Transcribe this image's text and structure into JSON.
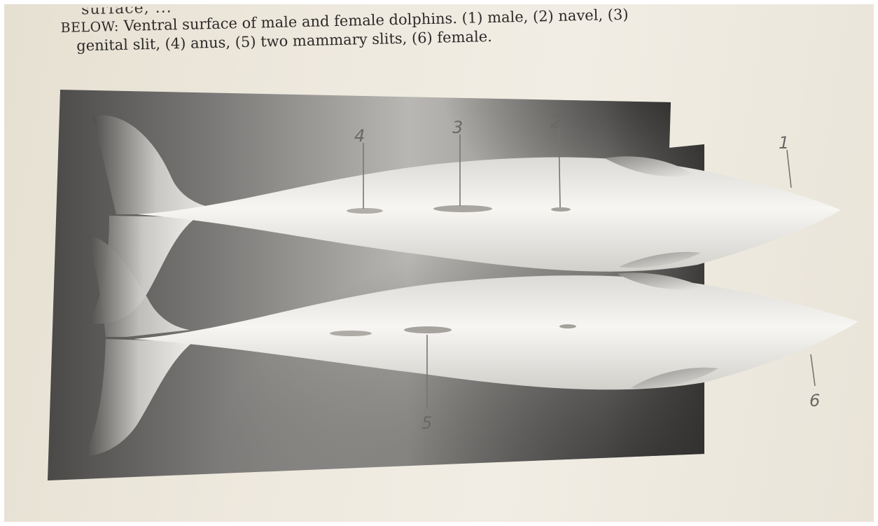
{
  "caption": {
    "top_fragment": "surface, ...",
    "lead": "BELOW:",
    "line1": "Ventral surface of male and female dolphins. (1) male, (2) navel, (3)",
    "line2": "genital slit, (4) anus, (5) two mammary slits, (6) female."
  },
  "figure": {
    "labels": [
      {
        "id": "1",
        "text": "1"
      },
      {
        "id": "2",
        "text": "2"
      },
      {
        "id": "3",
        "text": "3"
      },
      {
        "id": "4",
        "text": "4"
      },
      {
        "id": "5",
        "text": "5"
      },
      {
        "id": "6",
        "text": "6"
      }
    ]
  },
  "colors": {
    "paper": "#eee9de",
    "ink": "#2c2a28",
    "stipple_dark": "#3d3c3b",
    "body_light": "#f4f2ee"
  }
}
